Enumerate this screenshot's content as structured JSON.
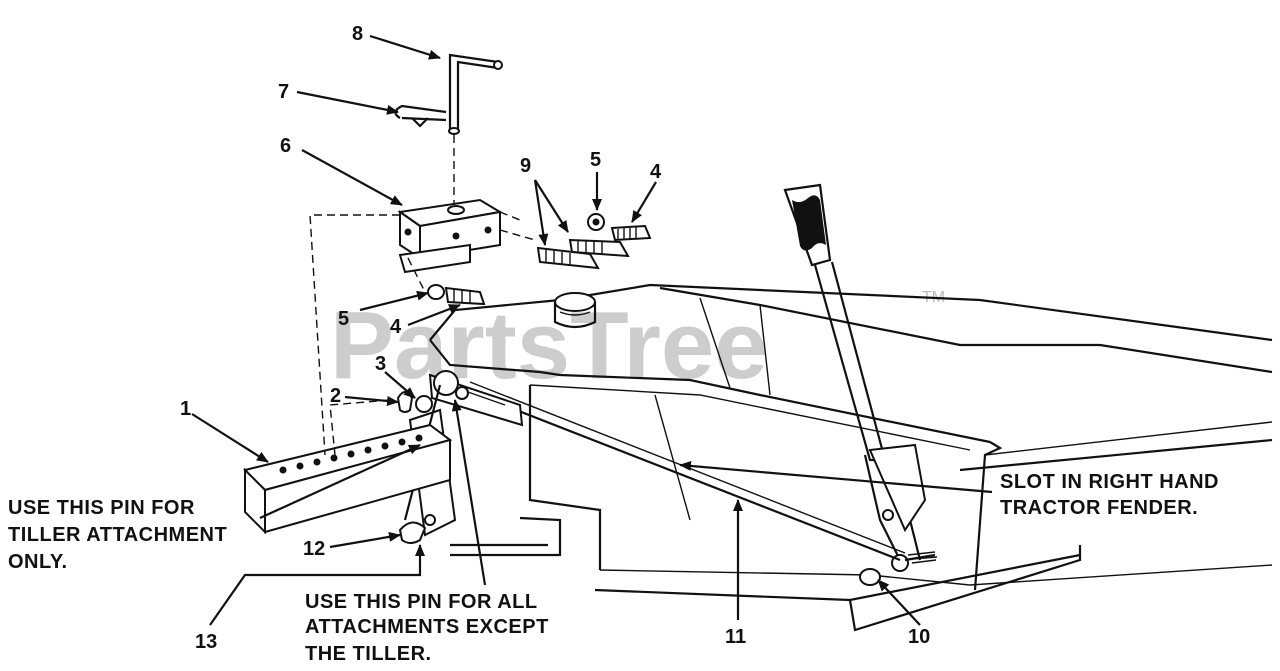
{
  "watermark": {
    "text": "PartsTree",
    "trademark": "TM"
  },
  "callouts": {
    "c1": "1",
    "c2": "2",
    "c3": "3",
    "c4a": "4",
    "c4b": "4",
    "c5a": "5",
    "c5b": "5",
    "c6": "6",
    "c7": "7",
    "c8": "8",
    "c9": "9",
    "c10": "10",
    "c11": "11",
    "c12": "12",
    "c13": "13"
  },
  "notes": {
    "tiller_only": [
      "USE THIS PIN FOR",
      "TILLER ATTACHMENT",
      "ONLY."
    ],
    "all_except": [
      "USE THIS PIN FOR ALL",
      "ATTACHMENTS EXCEPT",
      "THE TILLER."
    ],
    "fender_slot": [
      "SLOT IN RIGHT HAND",
      "TRACTOR FENDER."
    ]
  }
}
